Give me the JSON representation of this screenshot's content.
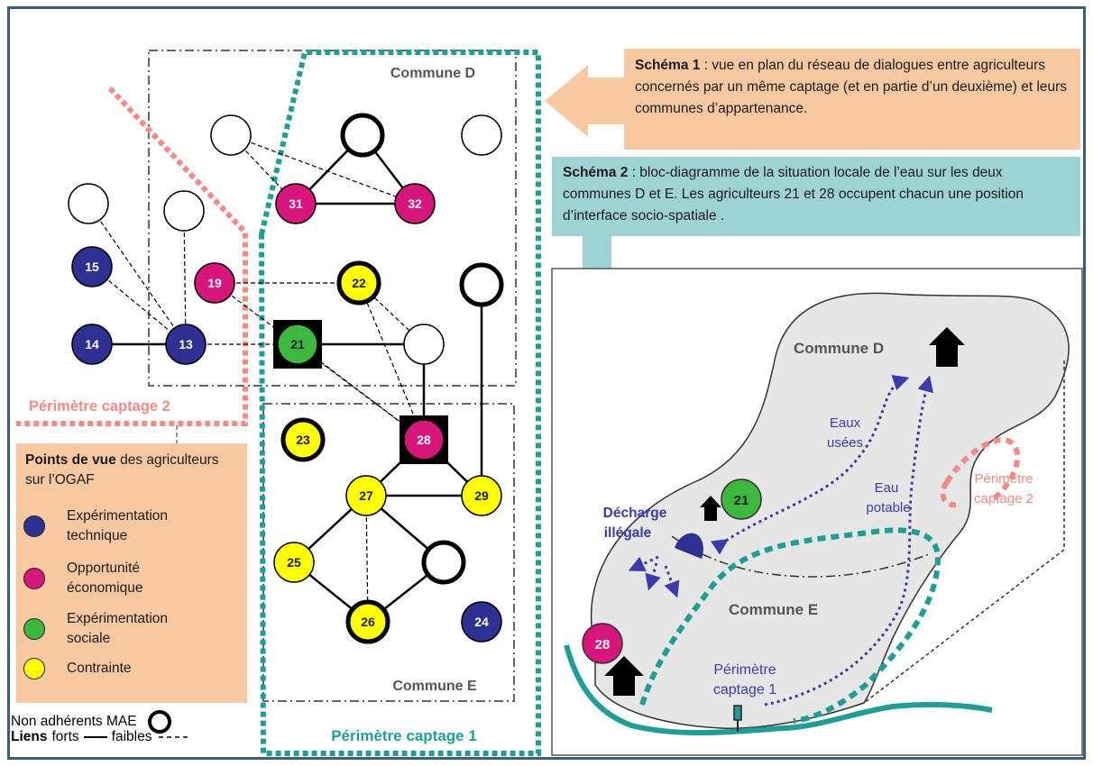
{
  "colors": {
    "expérimentation_technique": "#2e3192",
    "opportunité_économique": "#d8157a",
    "expérimentation_sociale": "#3cb83c",
    "contrainte": "#ffff00",
    "perimetre_1": "#1f9e96",
    "perimetre_2": "#f48a84",
    "caption_1_bg": "#f8c9a0",
    "caption_2_bg": "#9ed3d4",
    "legend_bg": "#f8c9a0",
    "map_bg": "#e6e6e6",
    "arrows_purple": "#3b3bad"
  },
  "schema1": {
    "communes": {
      "d": "Commune D",
      "e": "Commune E"
    },
    "perimeters": {
      "p1": "Périmètre captage 1",
      "p2": "Périmètre captage 2"
    },
    "nodes": [
      {
        "id": "31",
        "label": "31",
        "category": "opportunité_économique"
      },
      {
        "id": "32",
        "label": "32",
        "category": "opportunité_économique"
      },
      {
        "id": "15",
        "label": "15",
        "category": "expérimentation_technique"
      },
      {
        "id": "19",
        "label": "19",
        "category": "opportunité_économique"
      },
      {
        "id": "22",
        "label": "22",
        "category": "contrainte",
        "non_adherent": true
      },
      {
        "id": "14",
        "label": "14",
        "category": "expérimentation_technique"
      },
      {
        "id": "13",
        "label": "13",
        "category": "expérimentation_technique"
      },
      {
        "id": "21",
        "label": "21",
        "category": "expérimentation_sociale",
        "interface": true
      },
      {
        "id": "23",
        "label": "23",
        "category": "contrainte",
        "non_adherent": true
      },
      {
        "id": "28",
        "label": "28",
        "category": "opportunité_économique",
        "interface": true
      },
      {
        "id": "27",
        "label": "27",
        "category": "contrainte"
      },
      {
        "id": "29",
        "label": "29",
        "category": "contrainte"
      },
      {
        "id": "25",
        "label": "25",
        "category": "contrainte"
      },
      {
        "id": "26",
        "label": "26",
        "category": "contrainte",
        "non_adherent": true
      },
      {
        "id": "24",
        "label": "24",
        "category": "expérimentation_technique"
      },
      {
        "id": "w1",
        "label": "",
        "category": "none"
      },
      {
        "id": "w2",
        "label": "",
        "category": "none",
        "non_adherent": true
      },
      {
        "id": "w3",
        "label": "",
        "category": "none"
      },
      {
        "id": "w4",
        "label": "",
        "category": "none"
      },
      {
        "id": "w5",
        "label": "",
        "category": "none"
      },
      {
        "id": "w6",
        "label": "",
        "category": "none",
        "non_adherent": true
      },
      {
        "id": "w7",
        "label": "",
        "category": "none"
      },
      {
        "id": "w8",
        "label": "",
        "category": "none",
        "non_adherent": true
      }
    ],
    "strong_links": [
      [
        "w2",
        "31"
      ],
      [
        "w2",
        "32"
      ],
      [
        "31",
        "32"
      ],
      [
        "14",
        "13"
      ],
      [
        "21",
        "w7"
      ],
      [
        "w7",
        "28"
      ],
      [
        "28",
        "27"
      ],
      [
        "28",
        "29"
      ],
      [
        "27",
        "29"
      ],
      [
        "27",
        "25"
      ],
      [
        "25",
        "26"
      ],
      [
        "26",
        "w8"
      ],
      [
        "w8",
        "27"
      ],
      [
        "w6",
        "29"
      ]
    ],
    "weak_links": [
      [
        "w1",
        "31"
      ],
      [
        "w1",
        "32"
      ],
      [
        "w4",
        "13"
      ],
      [
        "15",
        "13"
      ],
      [
        "w5",
        "13"
      ],
      [
        "13",
        "21"
      ],
      [
        "19",
        "22"
      ],
      [
        "19",
        "28"
      ],
      [
        "22",
        "w7"
      ],
      [
        "21",
        "28"
      ],
      [
        "22",
        "28"
      ],
      [
        "27",
        "26"
      ]
    ]
  },
  "caption1": {
    "bold": "Schéma 1",
    "text": " : vue en plan du réseau de dialogues entre agriculteurs concernés par un même captage (et en partie d’un deuxième) et leurs communes d’appartenance."
  },
  "caption2": {
    "bold": "Schéma 2",
    "text": " : bloc-diagramme de la situation locale de l’eau sur les deux communes D et E. Les agriculteurs 21 et 28 occupent chacun une position d’interface socio-spatiale ."
  },
  "legend": {
    "title_bold": "Points de vue",
    "title_rest": " des agriculteurs sur l’OGAF",
    "items": [
      {
        "label": "Expérimentation technique",
        "category": "expérimentation_technique"
      },
      {
        "label": "Opportunité économique",
        "category": "opportunité_économique"
      },
      {
        "label": "Expérimentation sociale",
        "category": "expérimentation_sociale"
      },
      {
        "label": "Contrainte",
        "category": "contrainte"
      }
    ],
    "non_adherent_label": "Non adhérents MAE",
    "links_bold": "Liens",
    "links_strong": "forts",
    "links_weak": "faibles"
  },
  "schema2": {
    "commune_d": "Commune D",
    "commune_e": "Commune E",
    "eaux_usees": [
      "Eaux",
      "usées"
    ],
    "eau_potable": [
      "Eau",
      "potable"
    ],
    "decharge": [
      "Décharge",
      "illégale"
    ],
    "perimetre_1": [
      "Périmètre",
      "captage 1"
    ],
    "perimetre_2": [
      "Périmètre",
      "captage 2"
    ],
    "farmer_21": "21",
    "farmer_28": "28"
  }
}
